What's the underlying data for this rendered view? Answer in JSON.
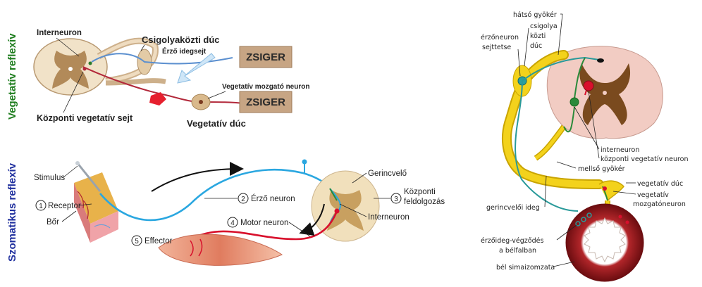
{
  "left_panel": {
    "vegetative": {
      "side_title": "Vegetatív reflexív",
      "side_title_color": "#1e7d1e",
      "labels": {
        "interneuron": "Interneuron",
        "csigolyakozti_duc": "Csigolyaközti dúc",
        "erzo_idegsejt": "Érző idegsejt",
        "vegetativ_mozgato": "Vegetatív mozgató neuron",
        "kozponti_vegetativ_sejt": "Központi vegetatív sejt",
        "vegetativ_duc": "Vegetatív dúc"
      },
      "boxes": [
        "ZSIGER",
        "ZSIGER"
      ]
    },
    "somatic": {
      "side_title": "Szomatikus reflexív",
      "side_title_color": "#1f2f9e",
      "labels": {
        "stimulus": "Stimulus",
        "receptor_num": "1",
        "receptor": "Receptor",
        "bor": "Bőr",
        "erzo_neuron_num": "2",
        "erzo_neuron": "Érző neuron",
        "gerincvelo": "Gerincvelő",
        "kozponti_num": "3",
        "kozponti_line1": "Központi",
        "kozponti_line2": "feldolgozás",
        "motor_neuron_num": "4",
        "motor_neuron": "Motor neuron",
        "interneuron": "Interneuron",
        "effector_num": "5",
        "effector": "Effector"
      }
    }
  },
  "right_panel": {
    "labels": {
      "hatso_gyoker": "hátsó gyökér",
      "csigolya_kozti_duc_1": "csigolya",
      "csigolya_kozti_duc_2": "közti",
      "csigolya_kozti_duc_3": "dúc",
      "erzoneuron_sejtteste_1": "érzőneuron",
      "erzoneuron_sejtteste_2": "sejttetse",
      "interneuron": "interneuron",
      "kozponti_vegetativ_neuron": "központi vegetatív neuron",
      "mellso_gyoker": "mellső gyökér",
      "vegetativ_duc": "vegetatív dúc",
      "vegetativ_mozgato_1": "vegetatív",
      "vegetativ_mozgato_2": "mozgatóneuron",
      "gerincveloi_ideg": "gerincvelői ideg",
      "erzoideg_vegzodes_1": "érzőideg-végződés",
      "erzoideg_vegzodes_2": "a bélfalban",
      "bel_simaizomzata": "bél simaizomzata"
    }
  },
  "colors": {
    "nerve_blue": "#2aa7e0",
    "nerve_red": "#d8102c",
    "box_fill": "#c7a584",
    "cord_fill": "#f3e2c9",
    "grey_matter": "#8a5a2a",
    "nerve_yellow": "#f3d21c",
    "gut_red": "#8c1418"
  }
}
